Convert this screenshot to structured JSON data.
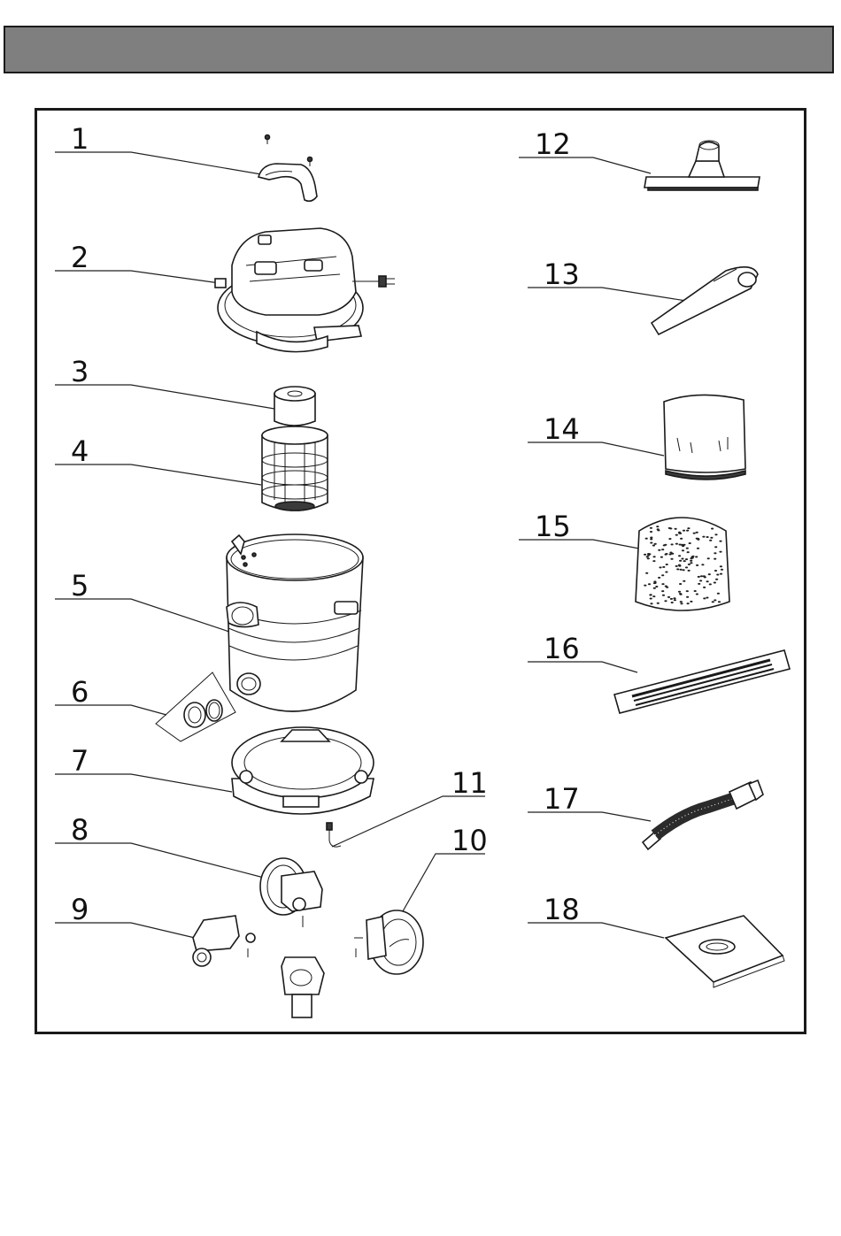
{
  "header": {
    "title": ""
  },
  "callouts": [
    {
      "id": "1",
      "label": "1"
    },
    {
      "id": "2",
      "label": "2"
    },
    {
      "id": "3",
      "label": "3"
    },
    {
      "id": "4",
      "label": "4"
    },
    {
      "id": "5",
      "label": "5"
    },
    {
      "id": "6",
      "label": "6"
    },
    {
      "id": "7",
      "label": "7"
    },
    {
      "id": "8",
      "label": "8"
    },
    {
      "id": "9",
      "label": "9"
    },
    {
      "id": "10",
      "label": "10"
    },
    {
      "id": "11",
      "label": "11"
    },
    {
      "id": "12",
      "label": "12"
    },
    {
      "id": "13",
      "label": "13"
    },
    {
      "id": "14",
      "label": "14"
    },
    {
      "id": "15",
      "label": "15"
    },
    {
      "id": "16",
      "label": "16"
    },
    {
      "id": "17",
      "label": "17"
    },
    {
      "id": "18",
      "label": "18"
    }
  ],
  "colors": {
    "header_fill": "#7f7f80",
    "frame_stroke": "#1a1a1a"
  }
}
